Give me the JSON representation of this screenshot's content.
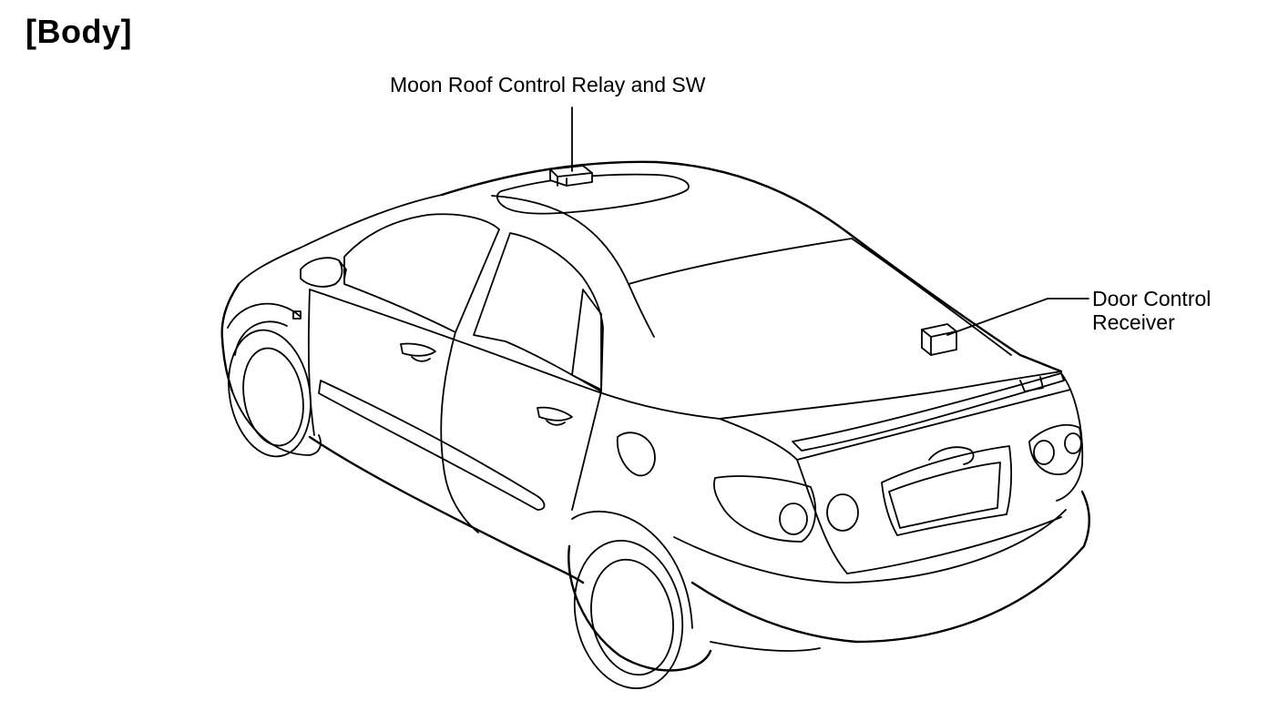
{
  "heading": "[Body]",
  "callouts": {
    "moon_roof": "Moon Roof Control Relay and SW",
    "door_control_line1": "Door Control",
    "door_control_line2": "Receiver"
  },
  "colors": {
    "line": "#000000",
    "background": "#ffffff"
  }
}
